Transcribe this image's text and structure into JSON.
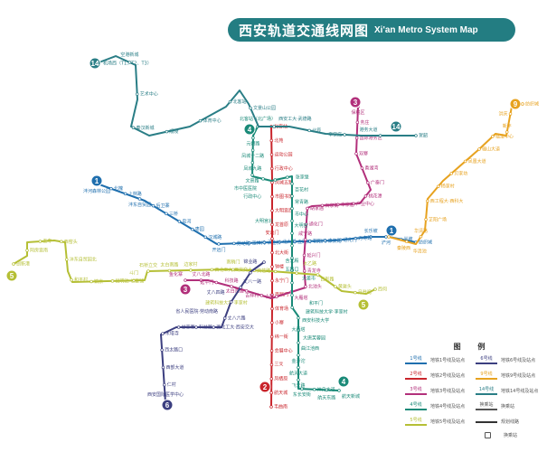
{
  "title": {
    "zh": "西安轨道交通线网图",
    "en": "Xi'an Metro System Map"
  },
  "lines": [
    {
      "id": "1",
      "color": "#1f6fae",
      "stations": [
        "沣河森林公园",
        "北槐",
        "上林路",
        "沣东自贸园",
        "后卫寨",
        "三桥",
        "皂河",
        "枣园",
        "汉城路",
        "开远门",
        "劳动路",
        "玉祥门",
        "洒金桥",
        "北大街",
        "五路口",
        "朝阳门",
        "康复路",
        "通化门",
        "万寿路",
        "长乐坡",
        "浐河",
        "半坡",
        "纺织城"
      ]
    },
    {
      "id": "2",
      "color": "#c9252c",
      "stations": [
        "北客站",
        "北苑",
        "运动公园",
        "行政中心",
        "凤城五路",
        "市图书馆",
        "大明宫西",
        "龙首原",
        "安远门",
        "北大街",
        "钟楼",
        "永宁门",
        "南稍门",
        "体育场",
        "小寨",
        "纬一街",
        "会展中心",
        "三爻",
        "凤栖原",
        "航天城",
        "韦曲南"
      ]
    },
    {
      "id": "3",
      "color": "#b2307b",
      "stations": [
        "保税区",
        "务庄",
        "国际港务区",
        "双寨",
        "香湖湾",
        "广泰门",
        "桃花潭",
        "产业中心",
        "辛家庙",
        "石家街",
        "胡家庙",
        "通化门",
        "咸宁路",
        "延兴门",
        "青龙寺",
        "北池头",
        "大雁塔",
        "小寨",
        "吉祥村",
        "太白南路",
        "科技路",
        "延平门",
        "丈八北路",
        "鱼化寨"
      ]
    },
    {
      "id": "4",
      "color": "#1a8a78",
      "stations": [
        "北客站（北广场）",
        "元朔路",
        "凤城十二路",
        "凤城九路",
        "文景路",
        "市中医医院",
        "行政中心",
        "张家堡",
        "百花村",
        "常青路",
        "市中心",
        "大明宫北",
        "大明宫",
        "含元殿",
        "五路口",
        "大差市",
        "和平门",
        "建筑科技大学·李家村",
        "西安科技大学",
        "大雁塔",
        "大唐芙蓉园",
        "曲江池西",
        "金滹沱",
        "航天大道",
        "飞天路",
        "东长安街",
        "神舟大道",
        "航天东路",
        "航天新城"
      ]
    },
    {
      "id": "5",
      "color": "#b5bf35",
      "stations": [
        "创新港",
        "阿房宫南",
        "王寺",
        "西窑头",
        "沣东自贸园北",
        "和平村",
        "镐京",
        "昆明池·七里铺",
        "斗门",
        "石桥立交",
        "太白南路",
        "边家村",
        "西北工大·西安交大",
        "南稍门",
        "文艺路",
        "建筑科技大学·李家村",
        "太乙路",
        "西影路",
        "黄渠头",
        "月登阁",
        "西何"
      ]
    },
    {
      "id": "6",
      "color": "#3c3f80",
      "stations": [
        "西安国际医学中心",
        "仁村",
        "西部大道",
        "西太路口",
        "木塔寺",
        "甘家寨",
        "科技路",
        "西北工大·西安交大",
        "丈八六路",
        "丈八四路",
        "丈八一路",
        "锦业路",
        "省人民医院·劳动南路"
      ]
    },
    {
      "id": "9",
      "color": "#e7a21f",
      "stations": [
        "秦陵西",
        "华清池",
        "华清路",
        "芷阳广场",
        "西工程大·西科大",
        "杨家村",
        "贝家坊",
        "凤凰大道",
        "骊山大道",
        "临潼中心",
        "新丰",
        "洪庆",
        "纺织城"
      ]
    },
    {
      "id": "14",
      "color": "#2a7e86",
      "stations": [
        "机场西（T1、T2、T3）",
        "空港新城",
        "艺术中心",
        "秦汉新城",
        "顺陵",
        "体育中心",
        "北客站",
        "文景山公园",
        "西安工大·武德路",
        "北辰",
        "辛家庙",
        "港务大道",
        "贺韶"
      ]
    }
  ],
  "legend": {
    "title": "图 例",
    "items": [
      {
        "line": "1号线",
        "label": "地铁1号线及站点",
        "color": "#1f6fae"
      },
      {
        "line": "6号线",
        "label": "地铁6号线及站点",
        "color": "#3c3f80"
      },
      {
        "line": "2号线",
        "label": "地铁2号线及站点",
        "color": "#c9252c"
      },
      {
        "line": "9号线",
        "label": "地铁9号线及站点",
        "color": "#e7a21f"
      },
      {
        "line": "3号线",
        "label": "地铁3号线及站点",
        "color": "#b2307b"
      },
      {
        "line": "14号线",
        "label": "地铁14号线及站点",
        "color": "#2a7e86"
      },
      {
        "line": "4号线",
        "label": "地铁4号线及站点",
        "color": "#1a8a78"
      },
      {
        "line": "换乘站",
        "label": "换乘站",
        "color": "#555555"
      },
      {
        "line": "5号线",
        "label": "地铁5号线及站点",
        "color": "#b5bf35"
      },
      {
        "line": "",
        "label": "规划线路",
        "color": "#333333"
      }
    ],
    "station_symbol_label": "换乘站"
  }
}
